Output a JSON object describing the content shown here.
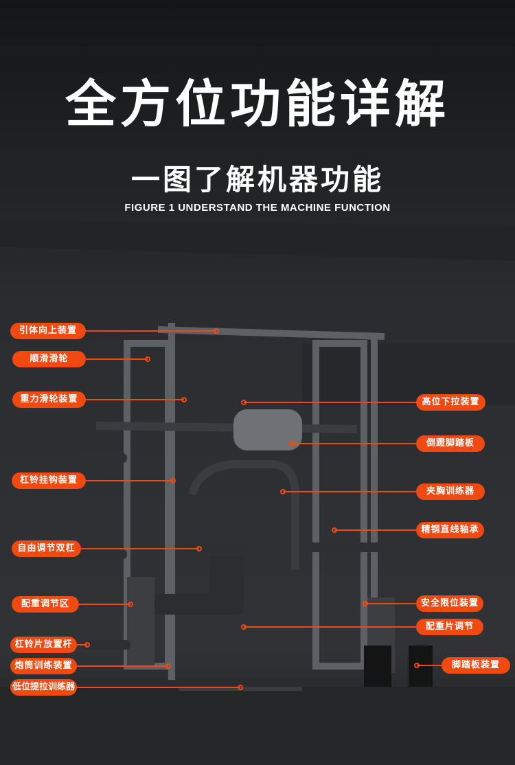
{
  "header": {
    "title": "全方位功能详解",
    "subtitle": "一图了解机器功能",
    "subtitle_en": "FIGURE 1 UNDERSTAND THE MACHINE FUNCTION"
  },
  "labels_left": [
    "引体向上装置",
    "顺滑滑轮",
    "重力滑轮装置",
    "杠铃挂钩装置",
    "自由调节双杠",
    "配重调节区",
    "杠铃片放置杆",
    "炮筒训练装置",
    "低位提拉训练器"
  ],
  "labels_right": [
    "高位下拉装置",
    "倒蹬脚踏板",
    "夹胸训练器",
    "精钢直线轴承",
    "安全限位装置",
    "配重片调节",
    "脚踏板装置"
  ],
  "colors": {
    "accent": "#f04a12",
    "background": "#1b1c1e"
  }
}
